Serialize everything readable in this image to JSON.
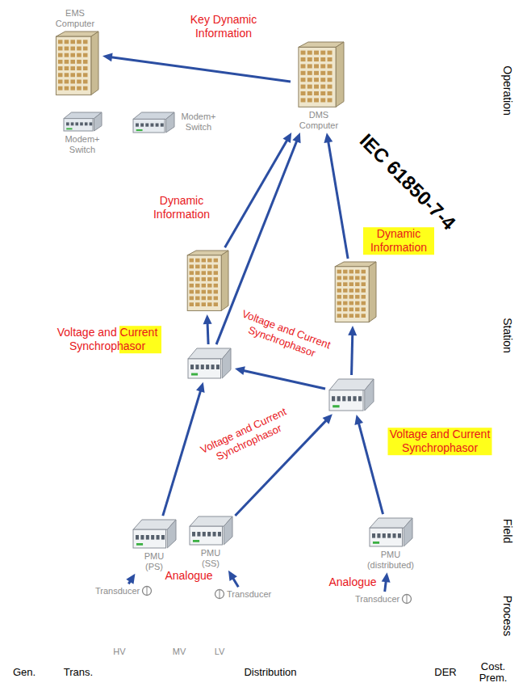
{
  "diagram": {
    "nodes": [
      {
        "text": [
          "EMS Computer"
        ]
      },
      {
        "text": [
          "IEC 61850-7-4"
        ]
      },
      {
        "text": [
          "DMS Computer"
        ],
        "in": 1
      },
      {
        "text": [
          "Modem+ Switch"
        ]
      },
      {
        "text": [
          "Modem+ Switch"
        ]
      },
      {
        "text": [],
        "in": 1
      },
      {
        "text": [],
        "in": 1
      },
      {
        "text": [],
        "in": 1
      },
      {
        "text": [],
        "in": 1
      },
      {
        "text": [
          "PMU (PS)"
        ]
      },
      {
        "text": [
          "PMU (SS)"
        ],
        "in": 1
      },
      {
        "text": [
          "PMU (distributed)"
        ],
        "in": 1
      },
      {
        "text": [
          "Transducer"
        ]
      },
      {
        "text": [
          "Transducer"
        ]
      },
      {
        "text": [
          "Transducer"
        ]
      }
    ],
    "edges": [
      {
        "from": 2,
        "to": 0,
        "arrow": "to",
        "label": "Key Dynamic Information"
      },
      {
        "from": 5,
        "to": 2,
        "arrow": "to",
        "label": "Dynamic Information"
      },
      {
        "from": 6,
        "to": 2,
        "arrow": "to",
        "label": "Dynamic Information"
      },
      {
        "from": 7,
        "to": 5,
        "arrow": "to",
        "label": "Voltage and Current Synchrophasor"
      },
      {
        "from": 7,
        "to": 2,
        "arrow": "to",
        "label": "Voltage and Current Synchrophasor"
      },
      {
        "from": 8,
        "to": 7,
        "arrow": "to"
      },
      {
        "from": 8,
        "to": 6,
        "arrow": "to"
      },
      {
        "from": 9,
        "to": 7,
        "arrow": "to"
      },
      {
        "from": 10,
        "to": 8,
        "arrow": "to",
        "label": "Voltage and Current Synchrophasor"
      },
      {
        "from": 11,
        "to": 8,
        "arrow": "to",
        "label": "Voltage and Current Synchrophasor"
      },
      {
        "from": 12,
        "to": 9,
        "arrow": "to"
      },
      {
        "from": 13,
        "to": 10,
        "arrow": "to",
        "label": "Analogue"
      },
      {
        "from": 14,
        "to": 11,
        "arrow": "to",
        "label": "Analogue"
      }
    ],
    "labels": [
      "Operation",
      "Station",
      "Field",
      "Process",
      "Gen.",
      "Trans.",
      "Distribution",
      "DER",
      "Cost. Prem.",
      "HV",
      "MV",
      "LV"
    ]
  }
}
